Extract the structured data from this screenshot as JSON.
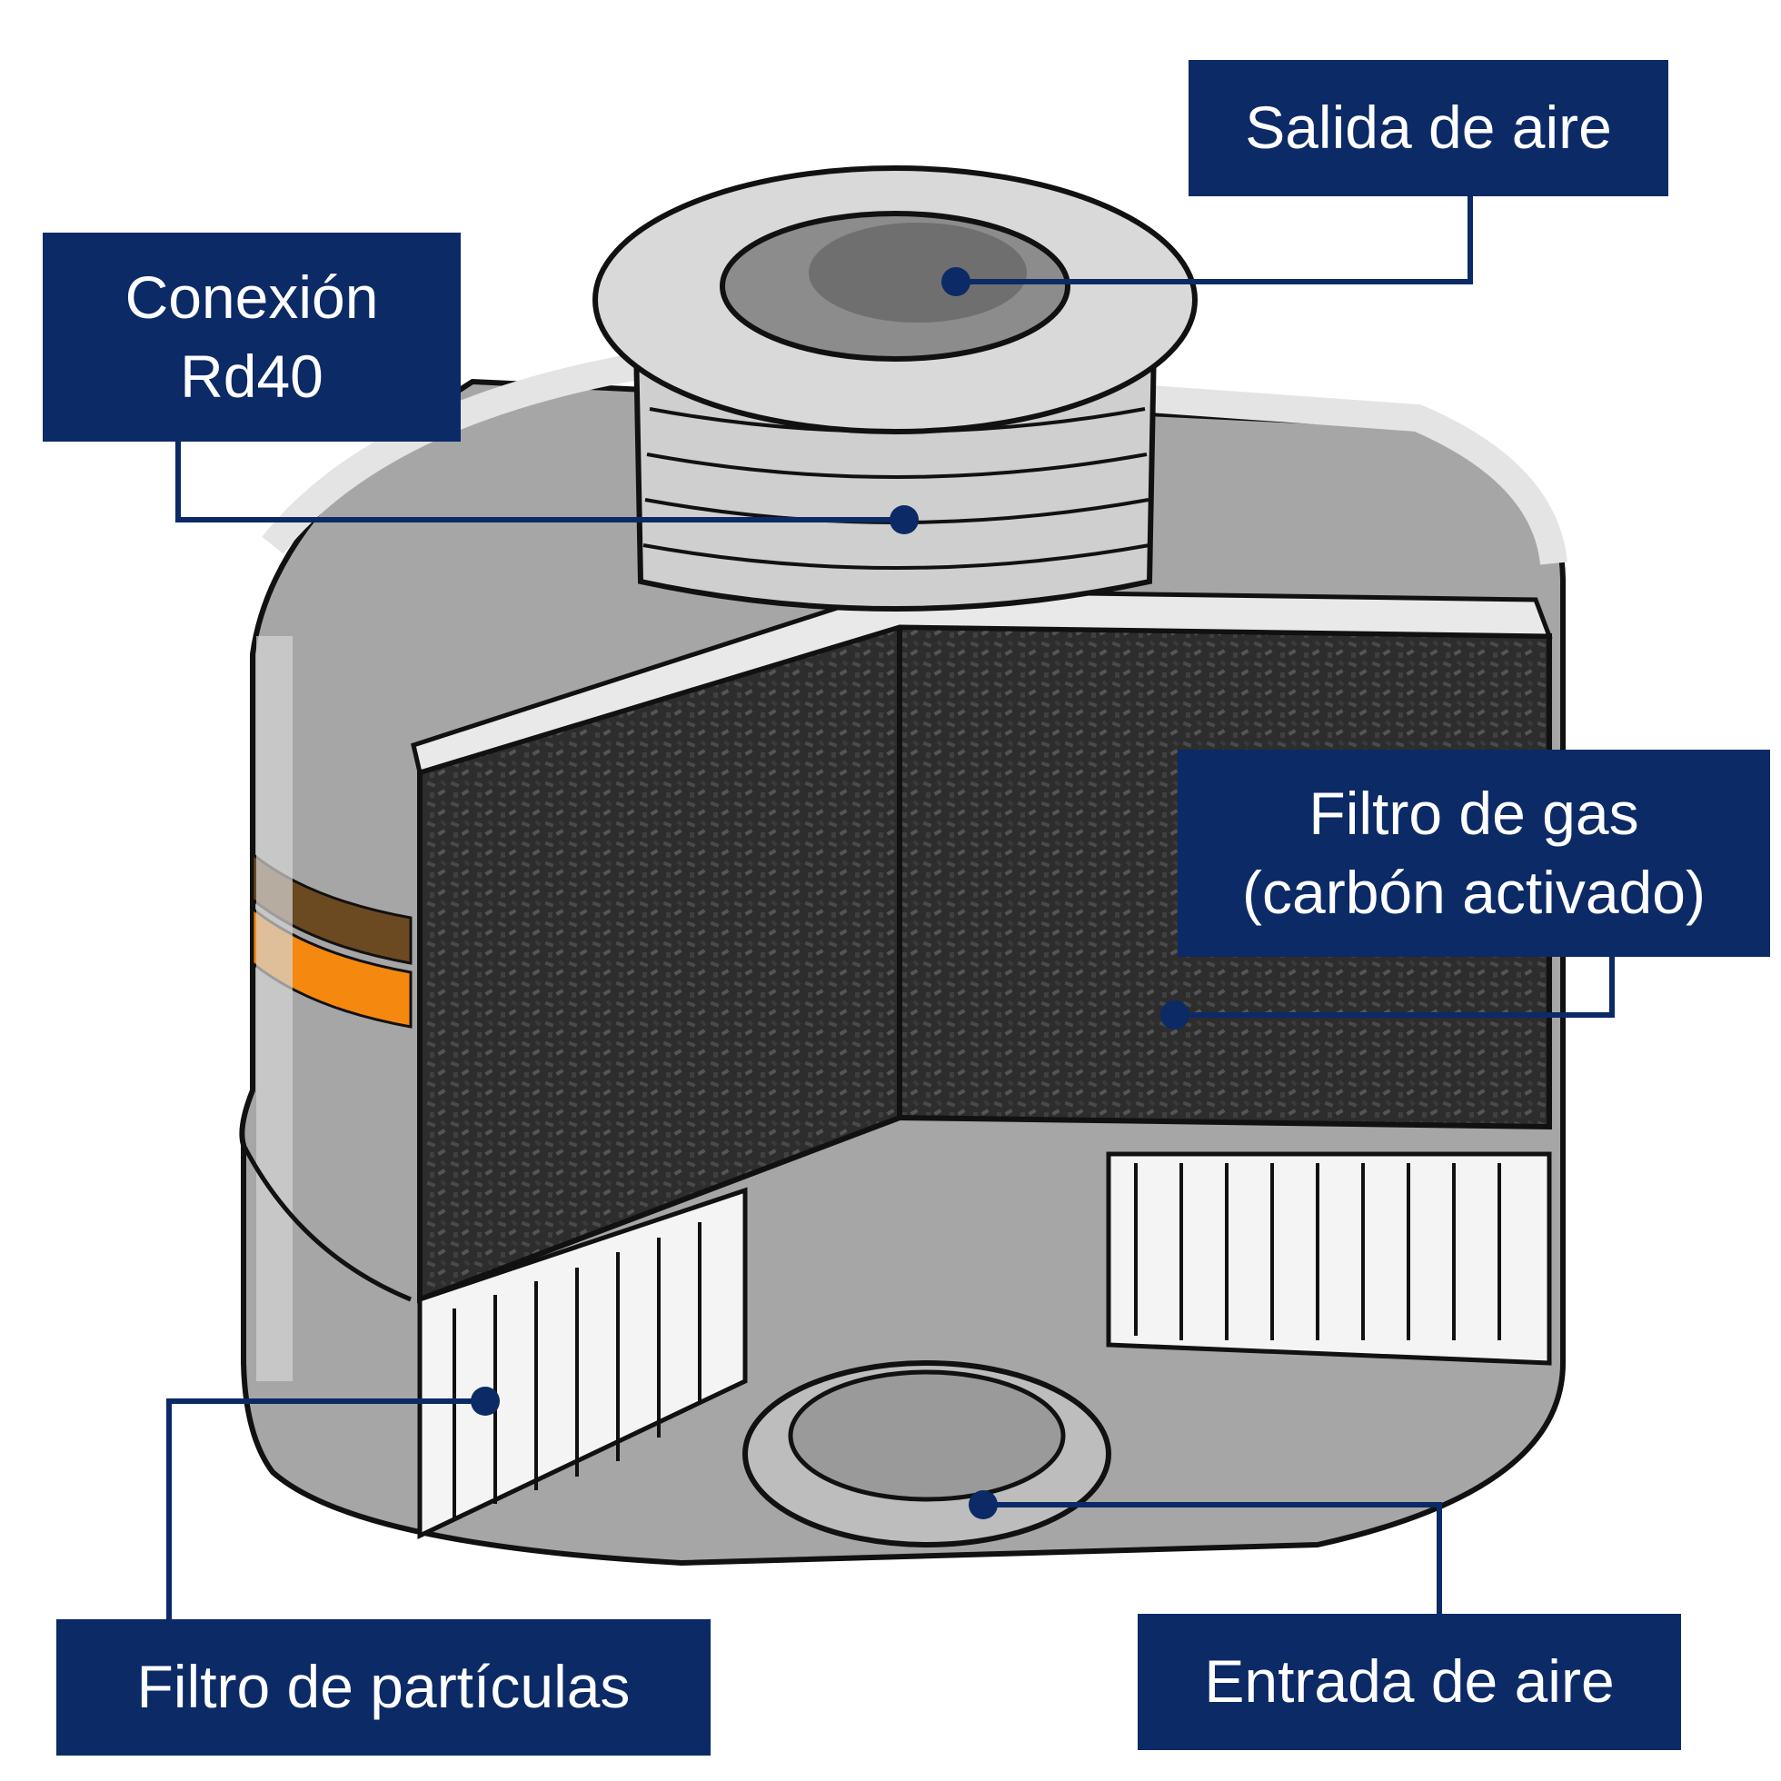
{
  "labels": {
    "air_outlet": "Salida de aire",
    "connection": {
      "line1": "Conexión",
      "line2": "Rd40"
    },
    "gas_filter": {
      "line1": "Filtro de gas",
      "line2": "(carbón activado)"
    },
    "particle_filter": "Filtro de partículas",
    "air_inlet": "Entrada de aire"
  },
  "colors": {
    "label_background": "#0b2a66",
    "label_text": "#ffffff",
    "leader_line": "#0b2a66",
    "casing_gray": "#a9a9a9",
    "carbon": "#2b2b2b",
    "band_brown": "#6b4a22",
    "band_orange": "#f5890f"
  }
}
